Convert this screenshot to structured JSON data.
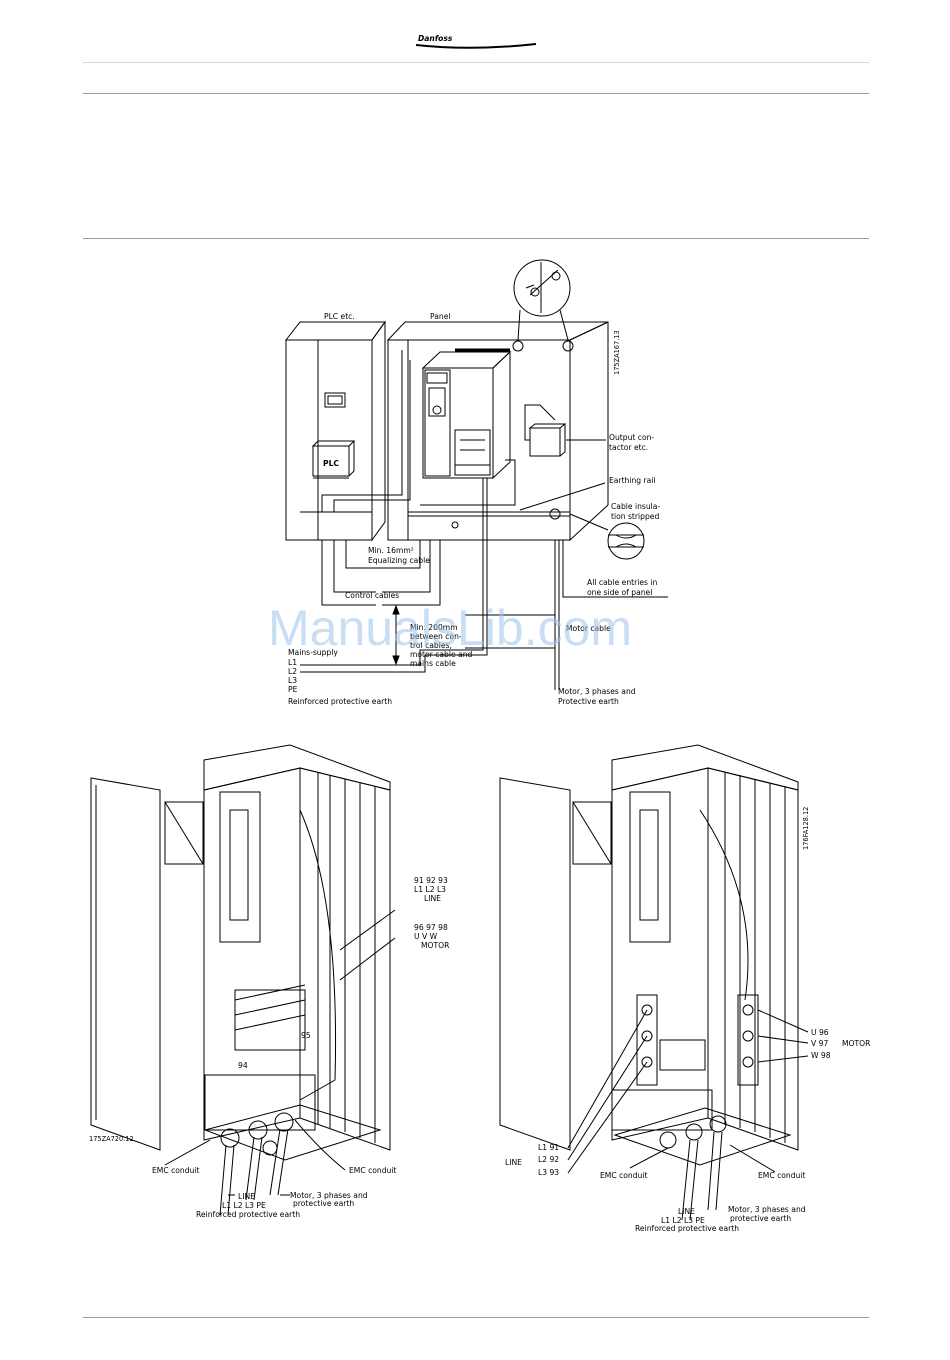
{
  "header": {
    "brand": "Danfoss"
  },
  "watermark": "ManualsLib.com",
  "top_diagram": {
    "plc_box_title": "PLC etc.",
    "panel_title": "Panel",
    "plc_label": "PLC",
    "drawing_number": "175ZA167.13",
    "labels": {
      "output_contactor": [
        "Output con-",
        "tactor etc."
      ],
      "earthing_rail": "Earthing rail",
      "cable_insulation": [
        "Cable insula-",
        "tion stripped"
      ],
      "cable_entries": [
        "All cable entries in",
        "one side of panel"
      ],
      "min_16mm2": "Min. 16mm²",
      "equalizing_cable": "Equalizing cable",
      "control_cables": "Control cables",
      "min_distance": [
        "Min. 200mm",
        "between con-",
        "trol cables,",
        "motor cable and",
        "mains cable"
      ],
      "motor_cable": "Motor cable",
      "mains_supply": "Mains-supply",
      "mains_terminals": [
        "L1",
        "L2",
        "L3",
        "PE"
      ],
      "reinforced_pe": "Reinforced protective earth",
      "motor_3_phases": [
        "Motor, 3 phases and",
        "Protective earth"
      ]
    }
  },
  "left_drawing": {
    "drawing_number": "175ZA720.12",
    "line_terminals": [
      "91 92 93",
      "L1 L2 L3",
      "LINE"
    ],
    "motor_terminals": [
      "96 97 98",
      "U  V  W",
      "MOTOR"
    ],
    "terminal_95": "95",
    "terminal_94": "94",
    "emc_conduit_left": "EMC conduit",
    "emc_conduit_right": "EMC conduit",
    "line_label": "LINE",
    "line_phases": "L1  L2  L3  PE",
    "reinforced_pe": "Reinforced protective earth",
    "motor_pe": [
      "Motor, 3 phases and",
      "protective earth"
    ]
  },
  "right_drawing": {
    "drawing_number": "176FA128.12",
    "motor_terminals": [
      "U  96",
      "V  97",
      "W  98"
    ],
    "motor_label": "MOTOR",
    "line_terminals": [
      "L1  91",
      "L2  92",
      "L3  93"
    ],
    "line_label_side": "LINE",
    "emc_conduit_left": "EMC conduit",
    "emc_conduit_right": "EMC conduit",
    "line_label": "LINE",
    "line_phases": "L1  L2  L3  PE",
    "reinforced_pe": "Reinforced protective earth",
    "motor_pe": [
      "Motor, 3 phases and",
      "protective earth"
    ]
  }
}
